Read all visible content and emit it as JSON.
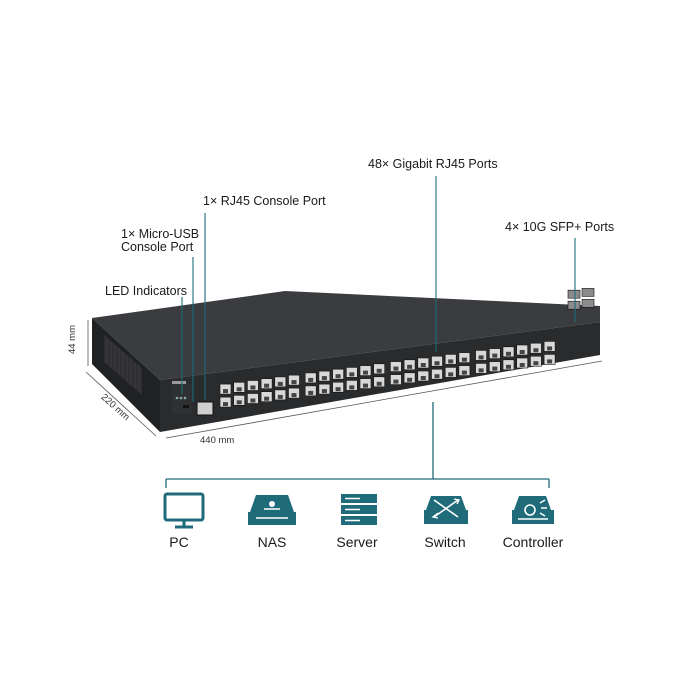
{
  "callouts": {
    "gigabit_ports": "48× Gigabit RJ45 Ports",
    "rj45_console": "1× RJ45 Console Port",
    "micro_usb_line1": "1× Micro-USB",
    "micro_usb_line2": "Console Port",
    "sfp_ports": "4× 10G SFP+ Ports",
    "led_indicators": "LED Indicators"
  },
  "dimensions": {
    "height": "44 mm",
    "depth": "220 mm",
    "width": "440 mm"
  },
  "devices": [
    {
      "label": "PC",
      "icon": "pc-icon"
    },
    {
      "label": "NAS",
      "icon": "nas-icon"
    },
    {
      "label": "Server",
      "icon": "server-icon"
    },
    {
      "label": "Switch",
      "icon": "switch-icon"
    },
    {
      "label": "Controller",
      "icon": "controller-icon"
    }
  ],
  "colors": {
    "accent": "#1f6b7a",
    "chassis_top": "#3a3c3f",
    "chassis_front": "#2a2b2d",
    "chassis_side": "#202123",
    "port": "#d8d8d8"
  }
}
